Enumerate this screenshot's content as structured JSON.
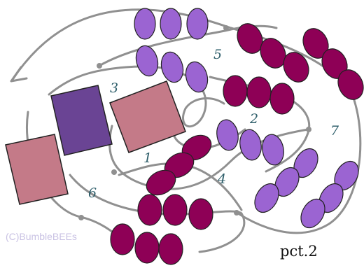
{
  "caption": "pct.2",
  "watermark": "(C)BumbleBEEs",
  "region_labels": [
    "1",
    "2",
    "3",
    "4",
    "5",
    "6",
    "7"
  ],
  "colors": {
    "thread": "#909090",
    "light_bead": "#9b64d2",
    "dark_bead": "#8e0056",
    "light_square": "#c47a88",
    "dark_square": "#6a4494",
    "label": "#2f5f6b"
  }
}
